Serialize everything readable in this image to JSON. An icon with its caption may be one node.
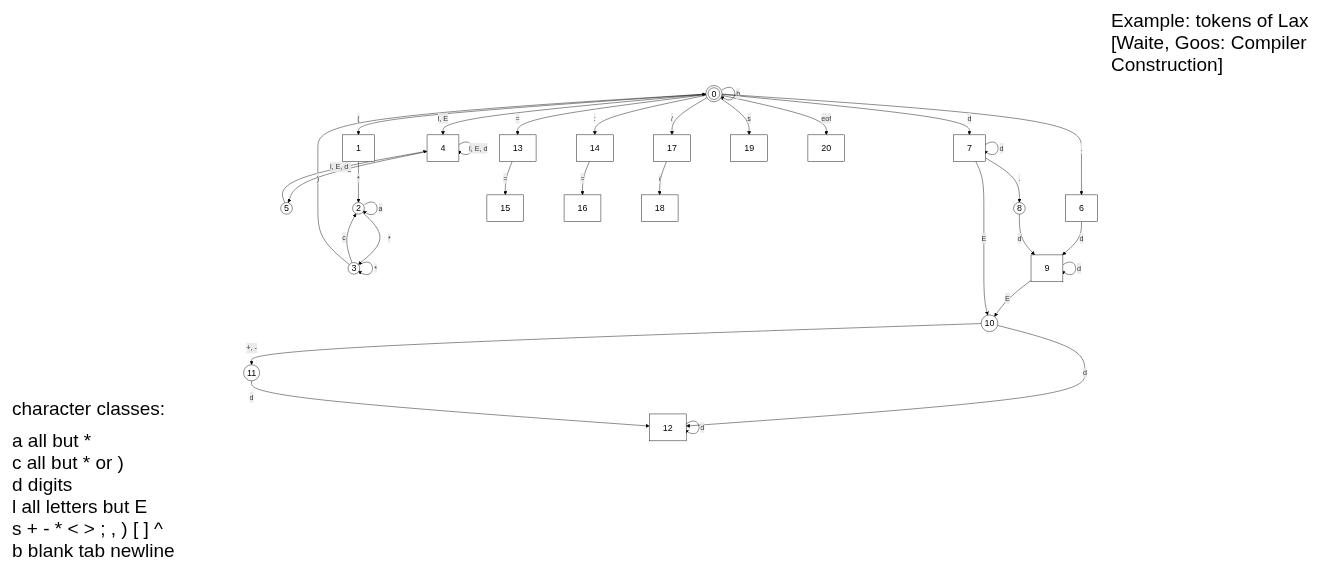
{
  "diagram": {
    "nodes": [
      {
        "text": [
          "0"
        ]
      },
      {
        "text": [
          "1"
        ]
      },
      {
        "text": [
          "2"
        ]
      },
      {
        "text": [
          "3"
        ]
      },
      {
        "text": [
          "4"
        ]
      },
      {
        "text": [
          "5"
        ]
      },
      {
        "text": [
          "6"
        ]
      },
      {
        "text": [
          "7"
        ]
      },
      {
        "text": [
          "8"
        ]
      },
      {
        "text": [
          "9"
        ]
      },
      {
        "text": [
          "10"
        ]
      },
      {
        "text": [
          "11"
        ]
      },
      {
        "text": [
          "12"
        ]
      },
      {
        "text": [
          "13"
        ]
      },
      {
        "text": [
          "14"
        ]
      },
      {
        "text": [
          "15"
        ]
      },
      {
        "text": [
          "16"
        ]
      },
      {
        "text": [
          "17"
        ]
      },
      {
        "text": [
          "18"
        ]
      },
      {
        "text": [
          "19"
        ]
      },
      {
        "text": [
          "20"
        ]
      }
    ],
    "edges": [
      {
        "from": 0,
        "to": 4,
        "arrow": "to",
        "label": "l, E"
      },
      {
        "from": 4,
        "to": 4,
        "arrow": "to",
        "label": "l, E, d"
      },
      {
        "from": 4,
        "to": 5,
        "arrow": "to",
        "label": "_"
      },
      {
        "from": 5,
        "to": 4,
        "arrow": "to",
        "label": "l, E, d"
      },
      {
        "from": 0,
        "to": 1,
        "arrow": "to",
        "label": "("
      },
      {
        "from": 1,
        "to": 2,
        "arrow": "to",
        "label": "*"
      },
      {
        "from": 2,
        "to": 2,
        "arrow": "to",
        "label": "a"
      },
      {
        "from": 2,
        "to": 3,
        "arrow": "to",
        "label": "*"
      },
      {
        "from": 3,
        "to": 3,
        "arrow": "to",
        "label": "*"
      },
      {
        "from": 3,
        "to": 2,
        "arrow": "to",
        "label": "c"
      },
      {
        "from": 3,
        "to": 0,
        "arrow": "to",
        "label": ")"
      },
      {
        "from": 0,
        "to": 6,
        "arrow": "to",
        "label": "."
      },
      {
        "from": 6,
        "to": 9,
        "arrow": "to",
        "label": "d"
      },
      {
        "from": 9,
        "to": 9,
        "arrow": "to",
        "label": "d"
      },
      {
        "from": 0,
        "to": 0,
        "arrow": "to",
        "label": "b"
      },
      {
        "from": 0,
        "to": 20,
        "arrow": "to",
        "label": "eof"
      },
      {
        "from": 0,
        "to": 19,
        "arrow": "to",
        "label": "s"
      },
      {
        "from": 0,
        "to": 17,
        "arrow": "to",
        "label": "/"
      },
      {
        "from": 17,
        "to": 18,
        "arrow": "to",
        "label": "/"
      },
      {
        "from": 0,
        "to": 14,
        "arrow": "to",
        "label": ":"
      },
      {
        "from": 14,
        "to": 16,
        "arrow": "to",
        "label": "="
      },
      {
        "from": 0,
        "to": 13,
        "arrow": "to",
        "label": "="
      },
      {
        "from": 13,
        "to": 15,
        "arrow": "to",
        "label": "="
      },
      {
        "from": 0,
        "to": 7,
        "arrow": "to",
        "label": "d"
      },
      {
        "from": 7,
        "to": 7,
        "arrow": "to",
        "label": "d"
      },
      {
        "from": 7,
        "to": 8,
        "arrow": "to",
        "label": "."
      },
      {
        "from": 8,
        "to": 9,
        "arrow": "to",
        "label": "d"
      },
      {
        "from": 9,
        "to": 10,
        "arrow": "to",
        "label": "E"
      },
      {
        "from": 7,
        "to": 10,
        "arrow": "to",
        "label": "E"
      },
      {
        "from": 10,
        "to": 12,
        "arrow": "to",
        "label": "d"
      },
      {
        "from": 10,
        "to": 11,
        "arrow": "to",
        "label": "+, -"
      },
      {
        "from": 11,
        "to": 12,
        "arrow": "to",
        "label": "d"
      },
      {
        "from": 12,
        "to": 12,
        "arrow": "to",
        "label": "d"
      }
    ],
    "labels": [
      "Example: tokens of Lax [Waite, Goos: Compiler Construction]",
      "character classes:",
      "a all but *",
      "c all but * or )",
      "d digits",
      "l all letters but E",
      "s + - * < > ; , ) [ ] ^",
      "b blank tab newline"
    ]
  }
}
